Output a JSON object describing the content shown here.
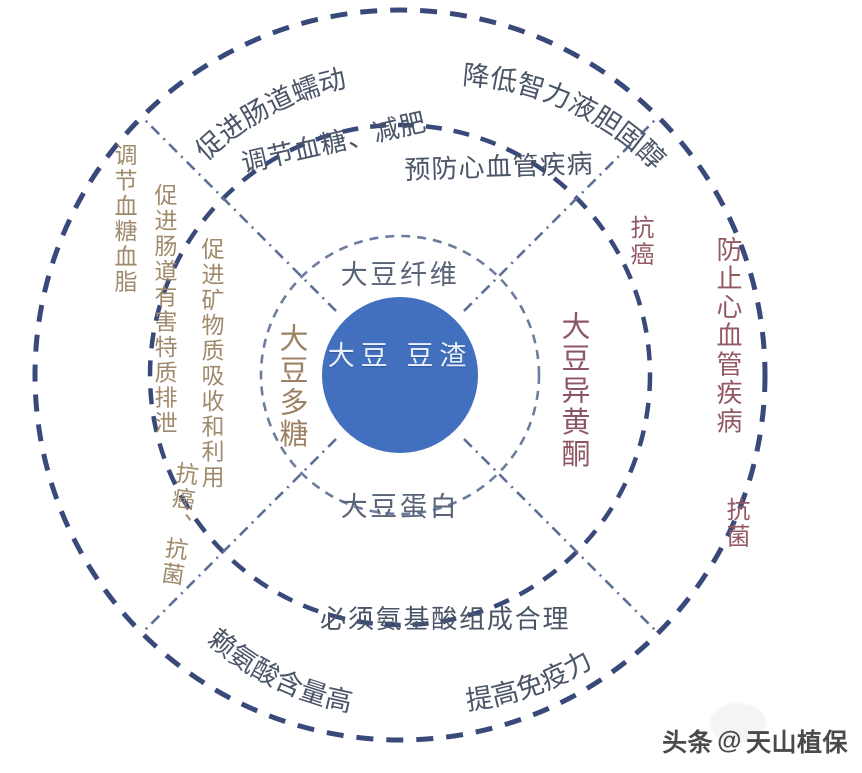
{
  "figure": {
    "type": "concentric-radial-diagram",
    "center": {
      "lines": [
        "大豆",
        "豆渣"
      ],
      "text": "大豆\n豆渣"
    },
    "colors": {
      "center_fill": "#4270be",
      "center_text": "#eaf0fb",
      "ring_line": "#39497a",
      "divider_line": "#5d6f97",
      "inner_label_slate": "#5a6478",
      "inner_label_tan": "#9d8363",
      "inner_label_maroon": "#8e5663",
      "background": "#ffffff"
    }
  },
  "inner_ring": {
    "top": {
      "text": "大豆纤维",
      "color": "#5a6478",
      "orientation": "horizontal"
    },
    "left": {
      "text": "大豆多糖",
      "color": "#9d8363",
      "orientation": "vertical"
    },
    "right": {
      "text": "大豆异黄酮",
      "color": "#8e5663",
      "orientation": "vertical"
    },
    "bottom": {
      "text": "大豆蛋白",
      "color": "#5a6478",
      "orientation": "horizontal"
    }
  },
  "middle_ring": {
    "top_left_curved": {
      "text": "促进肠道蠕动",
      "color": "#4b5568"
    },
    "top_left_inner": {
      "text": "调节血糖、减肥",
      "color": "#4b5568"
    },
    "top_right_curved": {
      "text": "降低智力液胆固醇",
      "color": "#4b5568"
    },
    "top_right_inner": {
      "text": "预防心血管疾病",
      "color": "#4b5568"
    },
    "right_upper": {
      "text": "抗癌",
      "color": "#8e5663",
      "orientation": "vertical"
    },
    "right_lower": {
      "text": "抗菌",
      "color": "#8e5663",
      "orientation": "vertical"
    },
    "bottom_inner": {
      "text": "必须氨基酸组成合理",
      "color": "#4b5568"
    },
    "bottom_left_curved": {
      "text": "赖氨酸含量高",
      "color": "#4b5568"
    },
    "bottom_right_curved": {
      "text": "提高免疫力",
      "color": "#4b5568"
    },
    "left_mid": {
      "text": "抗癌、抗菌",
      "color": "#9d8363",
      "orientation": "vertical"
    }
  },
  "outer_ring": {
    "left_col_1": {
      "text": "调节血糖血脂",
      "color": "#9d8363",
      "orientation": "vertical"
    },
    "left_col_2": {
      "text": "促进肠道有害特质排泄",
      "color": "#9d8363",
      "orientation": "vertical"
    },
    "left_col_3": {
      "text": "促进矿物质吸收和利用",
      "color": "#9d8363",
      "orientation": "vertical"
    },
    "left_col_4": {
      "text": "抗癌、抗菌",
      "color": "#9d8363",
      "orientation": "vertical"
    },
    "right_col_1": {
      "text": "防止心血管疾病",
      "color": "#8e5663",
      "orientation": "vertical"
    }
  },
  "watermark": {
    "platform": "头条",
    "at": "@",
    "account": "天山植保",
    "full": "头条 @天山植保"
  }
}
